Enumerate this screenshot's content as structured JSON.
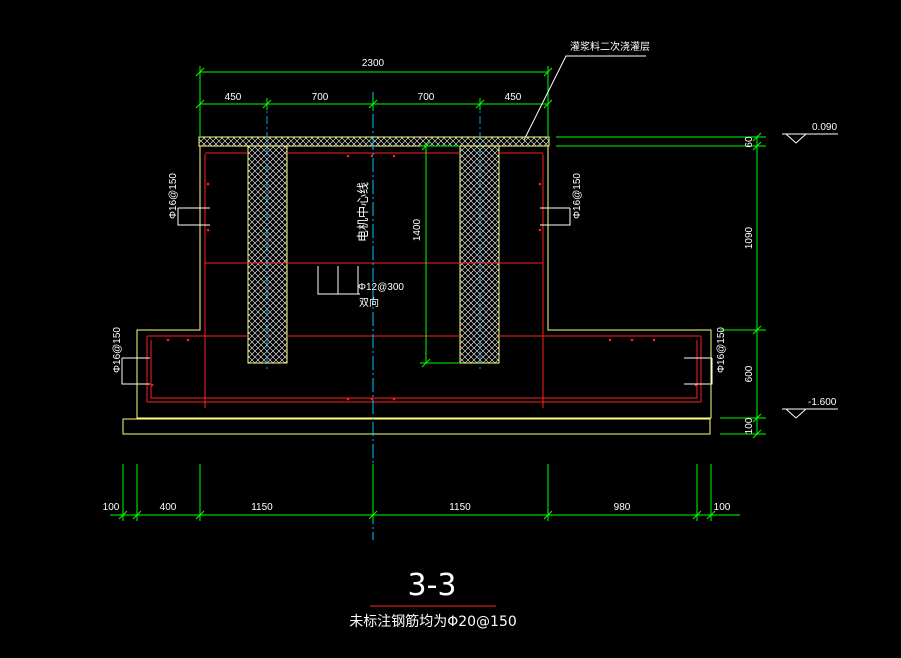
{
  "drawing": {
    "title": "3-3",
    "note": "未标注钢筋均为Φ20@150",
    "grout_label": "灌浆料二次浇灌层",
    "center_line_label": "电机中心线",
    "rebar_mid": "Φ12@300",
    "rebar_mid_sub": "双向",
    "rebar_left_upper": "Φ16@150",
    "rebar_right_upper": "Φ16@150",
    "rebar_left_lower": "Φ16@150",
    "rebar_right_lower": "Φ16@150",
    "elev_top": "0.090",
    "elev_bottom": "-1.600",
    "top_dims": {
      "total": "2300",
      "d1": "450",
      "d2": "700",
      "d3": "700",
      "d4": "450"
    },
    "right_dims": {
      "d1": "60",
      "d2": "1090",
      "d3": "600",
      "d4": "100"
    },
    "pocket_depth": "1400",
    "bottom_dims": {
      "d1": "100",
      "d2": "400",
      "d3": "1150",
      "d4": "1150",
      "d5": "980",
      "d6": "100"
    }
  },
  "colors": {
    "outline": "#ffff80",
    "rebar": "#ff2020",
    "dimension": "#00ff00",
    "centerline": "#00c8ff",
    "text": "#ffffff"
  }
}
